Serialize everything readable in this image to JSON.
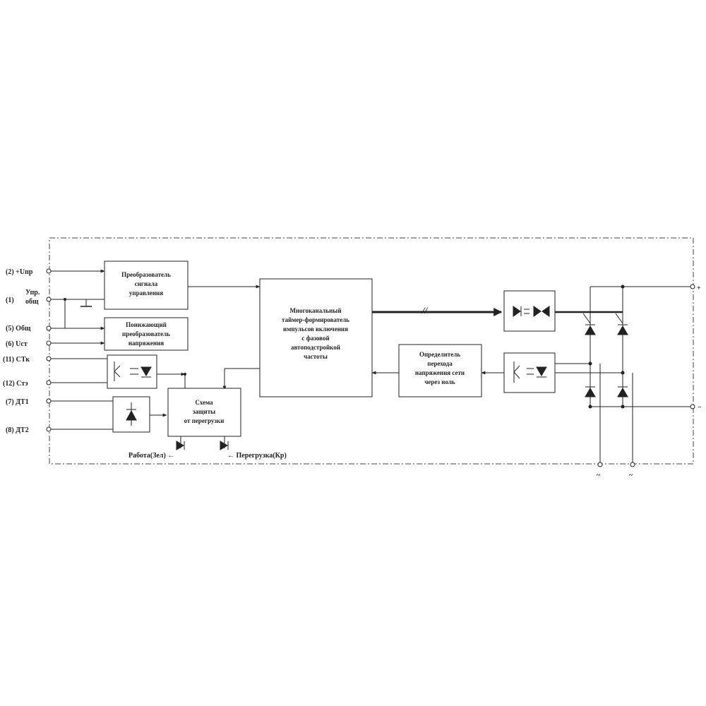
{
  "pins": [
    {
      "id": "p2",
      "label": "(2) +Uпр"
    },
    {
      "id": "p1a",
      "label": "(1)"
    },
    {
      "id": "p1b",
      "label": "Упр."
    },
    {
      "id": "p1c",
      "label": "общ"
    },
    {
      "id": "p5",
      "label": "(5)  Общ"
    },
    {
      "id": "p6",
      "label": "(6)  Uст"
    },
    {
      "id": "p11",
      "label": "(11)  СТк"
    },
    {
      "id": "p12",
      "label": "(12)   Стэ"
    },
    {
      "id": "p7",
      "label": "(7)  ДТ1"
    },
    {
      "id": "p8",
      "label": "(8)  ДТ2"
    }
  ],
  "blocks": {
    "control_converter": [
      "Преобразователь",
      "сигнала",
      "управления"
    ],
    "step_down_converter": [
      "Понижающий",
      "преобразователь",
      "напряжения"
    ],
    "driver": [
      "Многоканальный",
      "таймер-формирователь",
      "импульсов включения",
      "с фазовой",
      "автоподстройкой",
      "частоты"
    ],
    "zero_cross": [
      "Определитель",
      "перехода",
      "напряжения сети",
      "через ноль"
    ],
    "protection": [
      "Схема",
      "защиты",
      "от перегрузки"
    ]
  },
  "indicators": {
    "work": "Работа(Зел) ←",
    "overload": "← Перегрузка(Кр)"
  },
  "output_labels": {
    "plus": "+",
    "minus": "−",
    "ac1": "~",
    "ac2": "~"
  },
  "bus_mark": "//"
}
